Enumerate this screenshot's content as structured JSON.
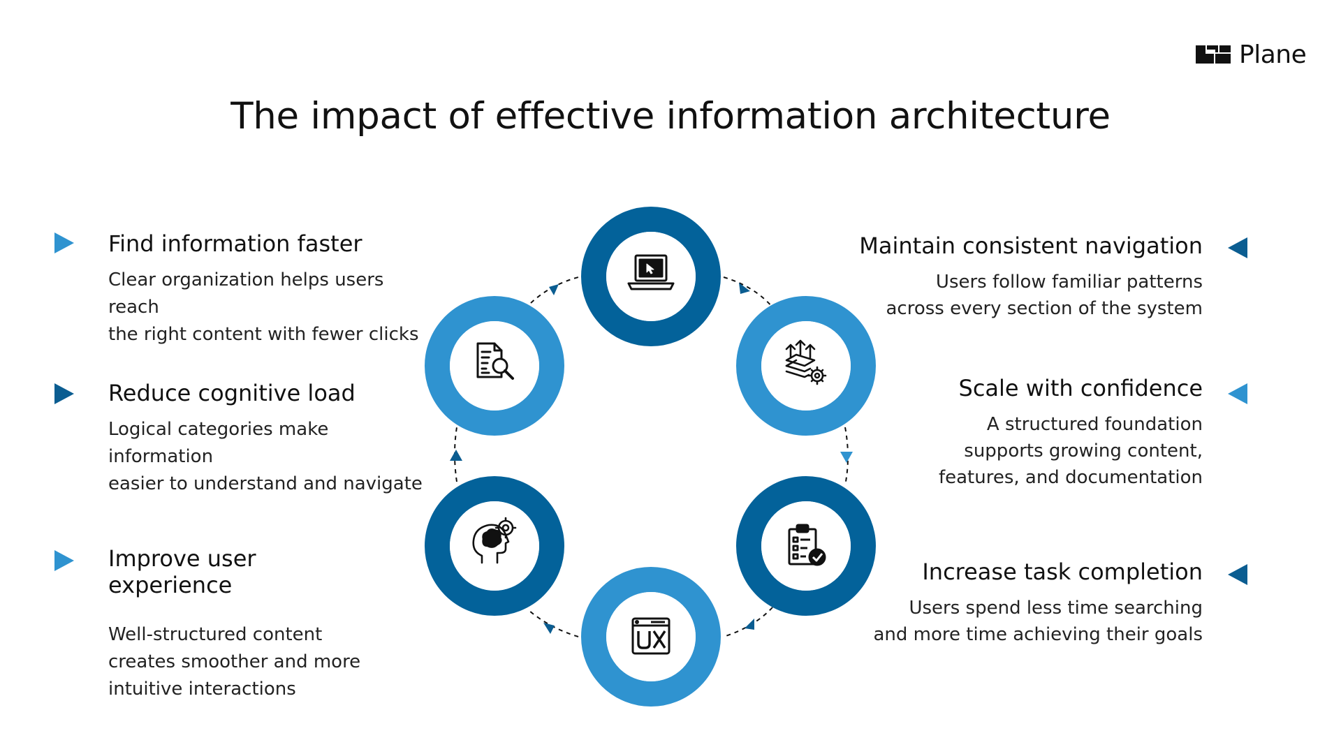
{
  "title": "The impact of effective information architecture",
  "brand": {
    "name": "Plane",
    "icon": "plane-logo-icon"
  },
  "colors": {
    "dark_blue": "#03629A",
    "light_blue": "#2F93D0",
    "marker_light": "#2F93D0",
    "marker_dark": "#0B5D91"
  },
  "left_items": [
    {
      "heading": "Find information faster",
      "body": "Clear organization helps users reach\nthe right content with fewer clicks"
    },
    {
      "heading": "Reduce cognitive load",
      "body": "Logical categories make information\neasier to understand and navigate"
    },
    {
      "heading": "Improve user\nexperience",
      "body": "Well-structured content\ncreates smoother and more\nintuitive interactions"
    }
  ],
  "right_items": [
    {
      "heading": "Maintain consistent navigation",
      "body": "Users follow familiar patterns\nacross every section of the system"
    },
    {
      "heading": "Scale with confidence",
      "body": "A structured foundation\nsupports growing content,\nfeatures, and documentation"
    },
    {
      "heading": "Increase task completion",
      "body": "Users spend less time searching\nand more time achieving their goals"
    }
  ],
  "cycle_nodes": [
    {
      "icon": "laptop-cursor-icon",
      "tone": "dark"
    },
    {
      "icon": "scaling-layers-gear-icon",
      "tone": "light"
    },
    {
      "icon": "clipboard-checklist-icon",
      "tone": "dark"
    },
    {
      "icon": "ux-window-icon",
      "tone": "light"
    },
    {
      "icon": "head-brain-gears-icon",
      "tone": "dark"
    },
    {
      "icon": "document-search-icon",
      "tone": "light"
    }
  ]
}
